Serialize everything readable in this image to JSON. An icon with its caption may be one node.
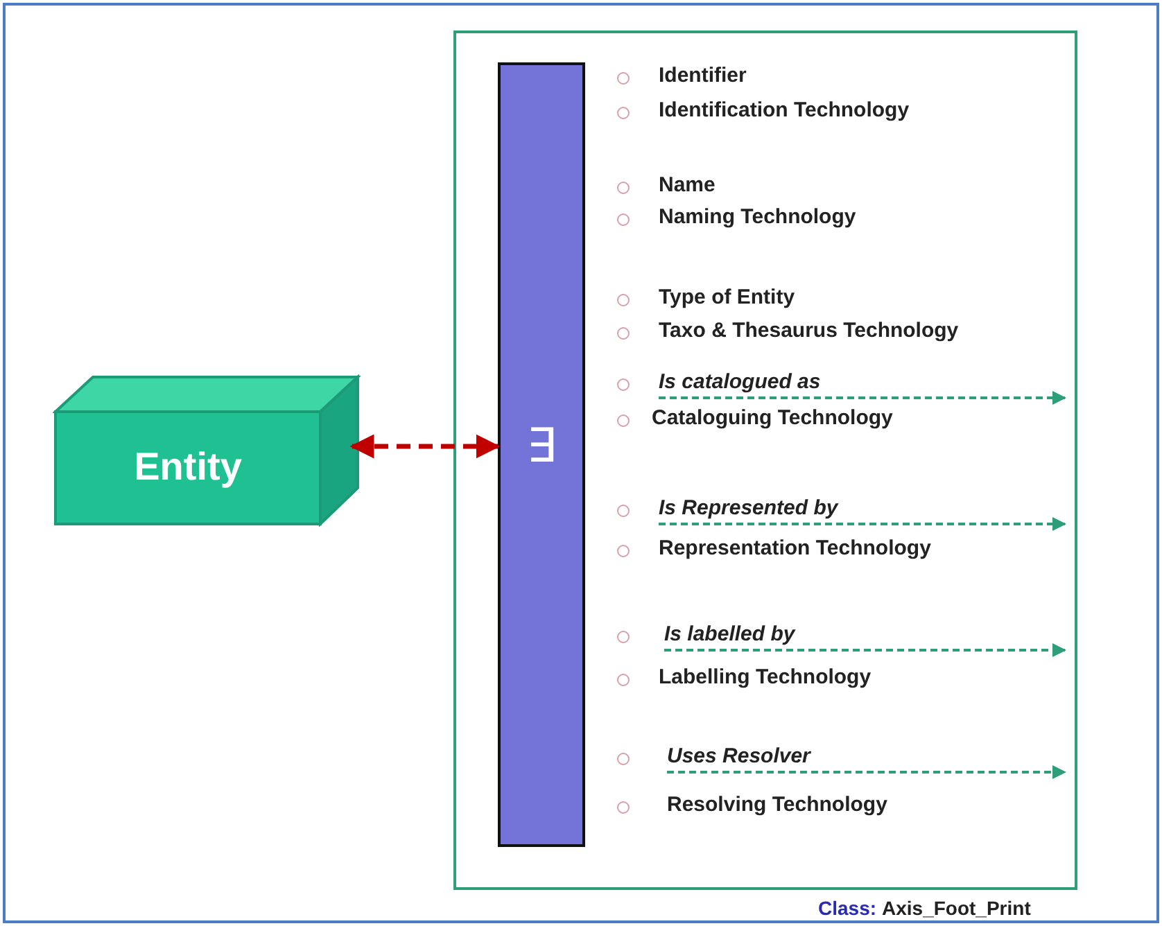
{
  "diagram": {
    "nodes": [
      {
        "text": [],
        "shape": "box"
      },
      {
        "text": [
          "Entity"
        ]
      },
      {
        "text": [
          "∃"
        ],
        "in": 0
      },
      {
        "text": [
          "Is catalogued as"
        ],
        "in": 0
      },
      {
        "text": [
          "Is Represented by"
        ],
        "in": 0
      },
      {
        "text": [
          "Is labelled by"
        ],
        "in": 0
      },
      {
        "text": [
          "Uses Resolver"
        ],
        "in": 0
      }
    ],
    "edges": [
      {
        "from": 1,
        "to": 2,
        "arrow": "both",
        "style": "dashed",
        "color": "#c00000"
      },
      {
        "from": 3,
        "to": null,
        "arrow": "to",
        "style": "dashed"
      },
      {
        "from": 4,
        "to": null,
        "arrow": "to",
        "style": "dashed"
      },
      {
        "from": 5,
        "to": null,
        "arrow": "to",
        "style": "dashed"
      },
      {
        "from": 6,
        "to": null,
        "arrow": "to",
        "style": "dashed"
      }
    ],
    "labels": [
      "Identifier",
      "Identification Technology",
      "Name",
      "Naming Technology",
      "Type of Entity",
      "Taxo & Thesaurus Technology",
      "Cataloguing Technology",
      "Representation Technology",
      "Labelling Technology",
      "Resolving Technology",
      "Class:",
      "Axis_Foot_Print"
    ]
  }
}
